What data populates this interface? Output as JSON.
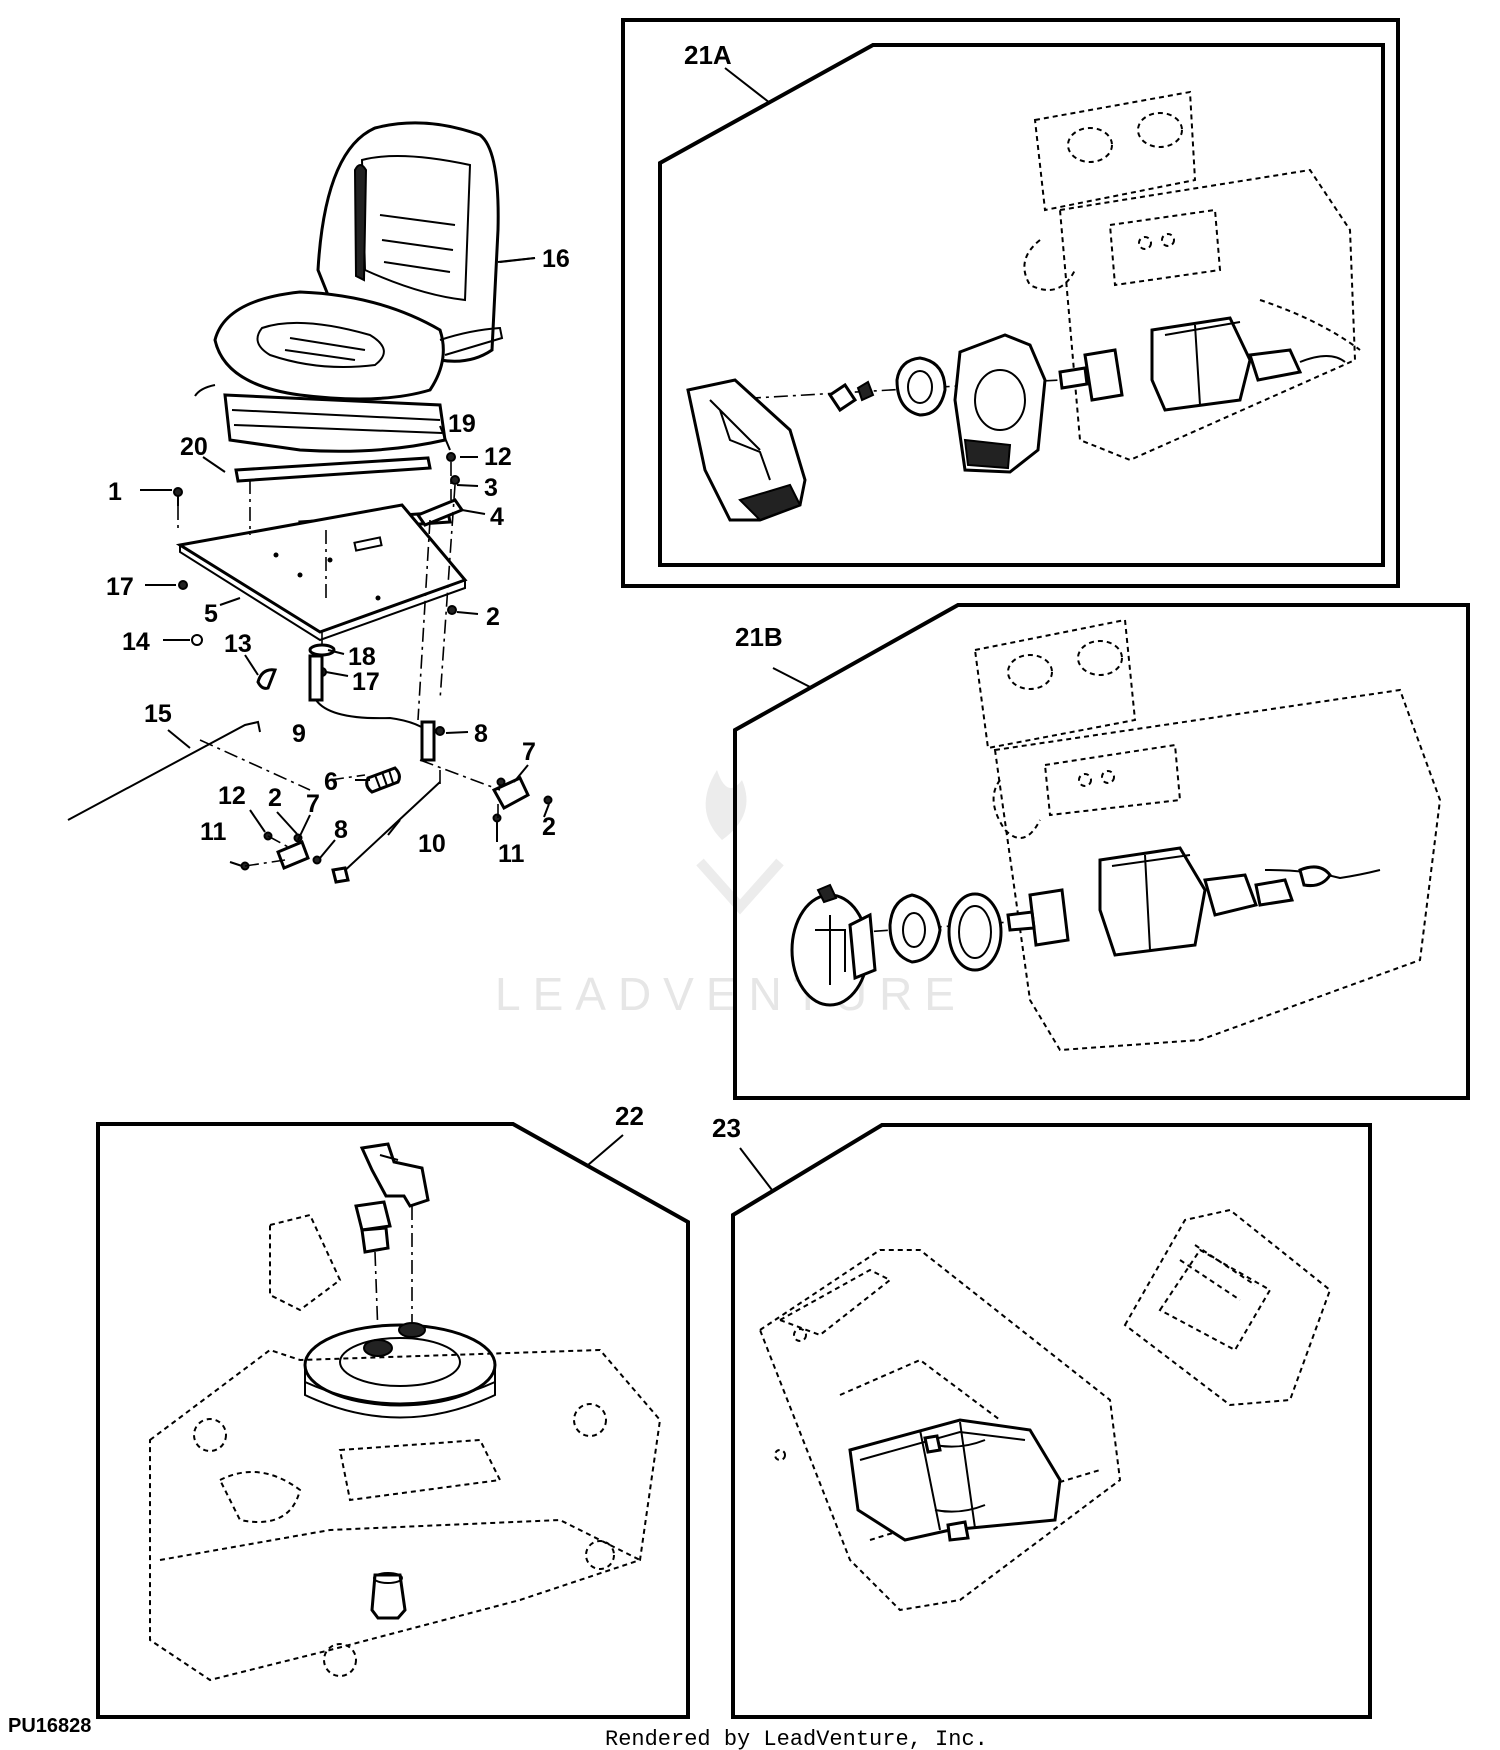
{
  "figure_id": "PU16828",
  "credit": "Rendered by LeadVenture, Inc.",
  "watermark": "LEADVENTURE",
  "seat_callouts": {
    "c16": "16",
    "c19": "19",
    "c20": "20",
    "c12a": "12",
    "c1": "1",
    "c3": "3",
    "c4": "4",
    "c17a": "17",
    "c5": "5",
    "c2a": "2",
    "c14": "14",
    "c13": "13",
    "c18": "18",
    "c17b": "17",
    "c15": "15",
    "c9": "9",
    "c8a": "8",
    "c6": "6",
    "c7a": "7",
    "c12b": "12",
    "c2b": "2",
    "c7b": "7",
    "c11a": "11",
    "c8b": "8",
    "c10": "10",
    "c11b": "11",
    "c2c": "2"
  },
  "inset_callouts": {
    "c21a": "21A",
    "c21b": "21B",
    "c22": "22",
    "c23": "23"
  }
}
